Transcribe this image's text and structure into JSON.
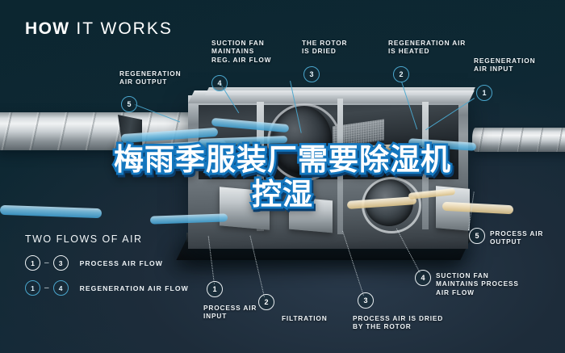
{
  "title": {
    "bold": "HOW",
    "rest": "IT WORKS"
  },
  "overlay": {
    "line1": "梅雨季服装厂需要除湿机",
    "line2": "控湿"
  },
  "colors": {
    "background": "#0d2833",
    "accent_blue": "#4aa6cd",
    "airflow_cool": "#79c2e6",
    "airflow_warm": "#efdcb4",
    "text": "#eef3f6",
    "overlay_stroke": "#1477bf"
  },
  "callouts": [
    {
      "number": "5",
      "label": "REGENERATION\nAIR OUTPUT",
      "style": "blue"
    },
    {
      "number": "4",
      "label": "SUCTION FAN\nMAINTAINS\nREG. AIR FLOW",
      "style": "blue"
    },
    {
      "number": "3",
      "label": "THE ROTOR\nIS DRIED",
      "style": "blue"
    },
    {
      "number": "2",
      "label": "REGENERATION AIR\nIS HEATED",
      "style": "blue"
    },
    {
      "number": "1",
      "label": "REGENERATION\nAIR INPUT",
      "style": "blue"
    },
    {
      "number": "1",
      "label": "PROCESS AIR\nINPUT",
      "style": "white"
    },
    {
      "number": "2",
      "label": "FILTRATION",
      "style": "white"
    },
    {
      "number": "3",
      "label": "PROCESS AIR IS DRIED\nBY THE ROTOR",
      "style": "white"
    },
    {
      "number": "4",
      "label": "SUCTION FAN\nMAINTAINS PROCESS\nAIR FLOW",
      "style": "white"
    },
    {
      "number": "5",
      "label": "PROCESS AIR\nOUTPUT",
      "style": "white"
    }
  ],
  "legend": {
    "heading": "TWO FLOWS OF AIR",
    "rows": [
      {
        "from": "1",
        "to": "3",
        "dash": "–",
        "label": "PROCESS AIR FLOW",
        "style": "white"
      },
      {
        "from": "1",
        "to": "4",
        "dash": "–",
        "label": "REGENERATION AIR FLOW",
        "style": "blue"
      }
    ]
  }
}
